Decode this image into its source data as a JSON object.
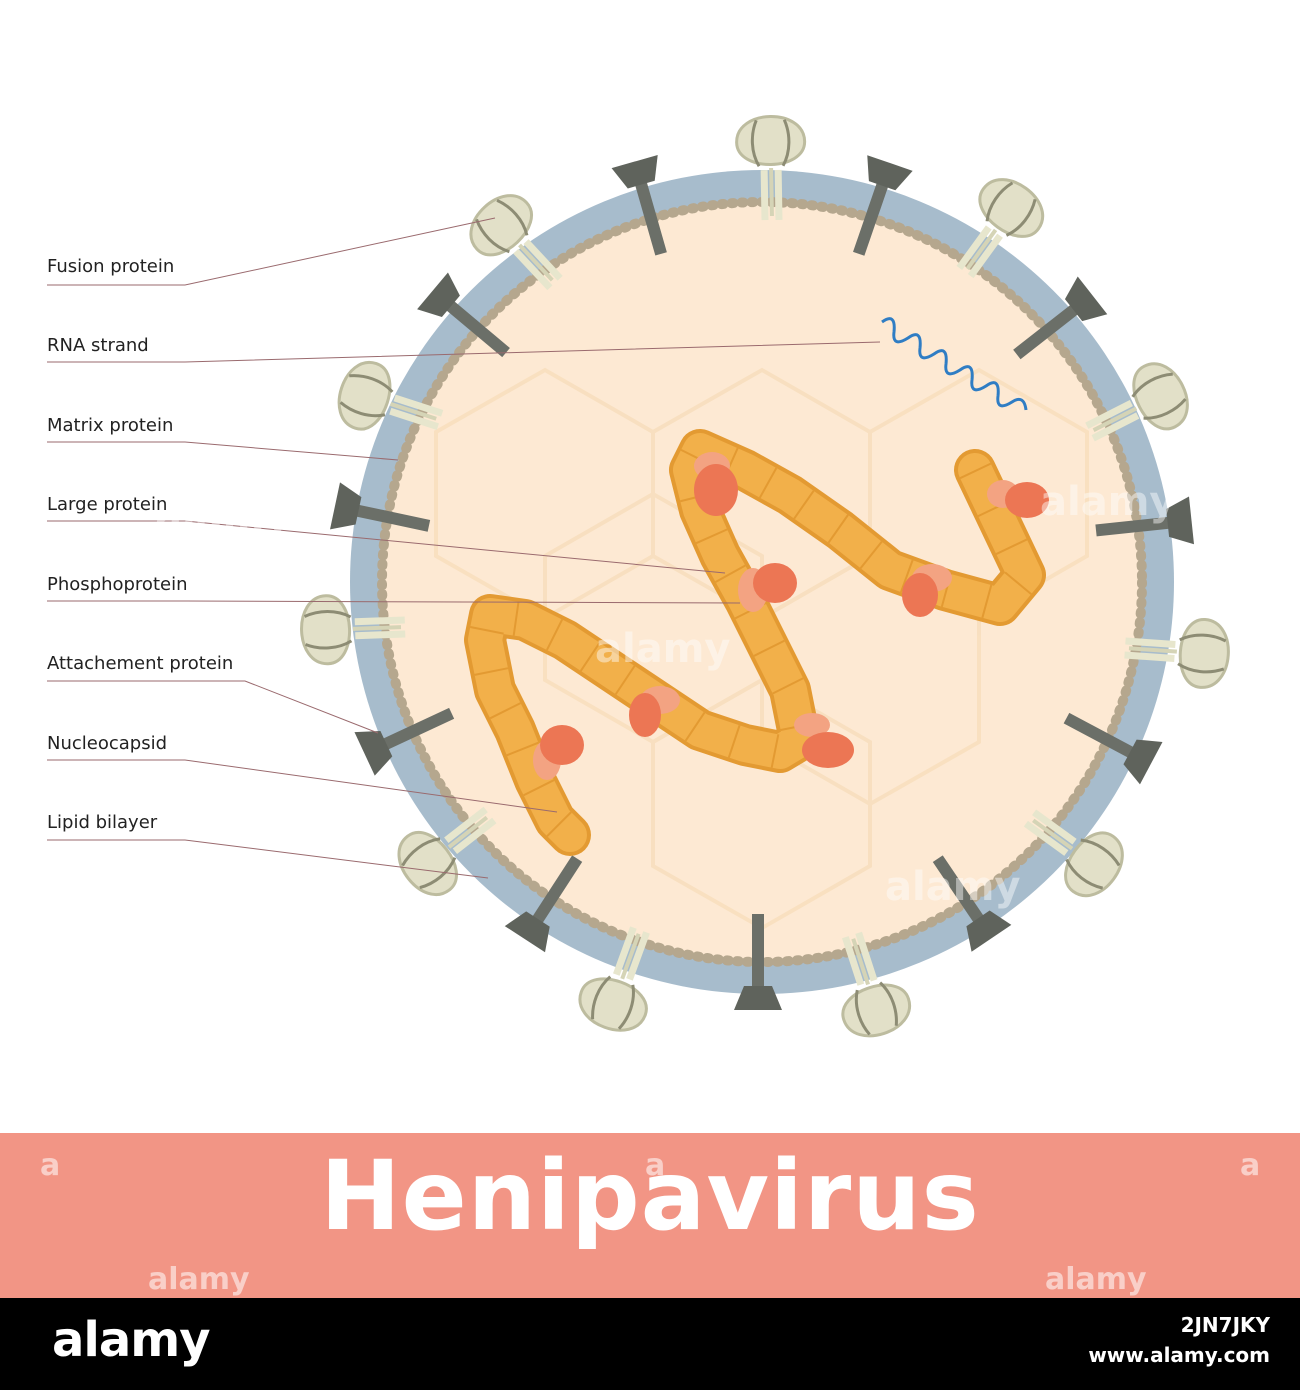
{
  "labels": {
    "fusion_protein": "Fusion protein",
    "rna_strand": "RNA strand",
    "matrix_protein": "Matrix protein",
    "large_protein": "Large protein",
    "phosphoprotein": "Phosphoprotein",
    "attachement_protein": "Attachement protein",
    "nucleocapsid": "Nucleocapsid",
    "lipid_bilayer": "Lipid bilayer"
  },
  "title": "Henipavirus",
  "watermark": {
    "text": "alamy",
    "letter": "a"
  },
  "footer": {
    "logo": "alamy",
    "image_id": "2JN7JKY",
    "site": "www.alamy.com"
  },
  "colors": {
    "envelope": "#a7bccc",
    "interior": "#fde9d3",
    "nucleocapsid": "#f2b04a",
    "large_protein": "#ec7654",
    "phosphoprotein": "#f3a382",
    "attachment_protein": "#6b6f68",
    "fusion_protein": "#e2e0c8",
    "rna": "#2f7dc4",
    "title_band": "#f29585"
  }
}
